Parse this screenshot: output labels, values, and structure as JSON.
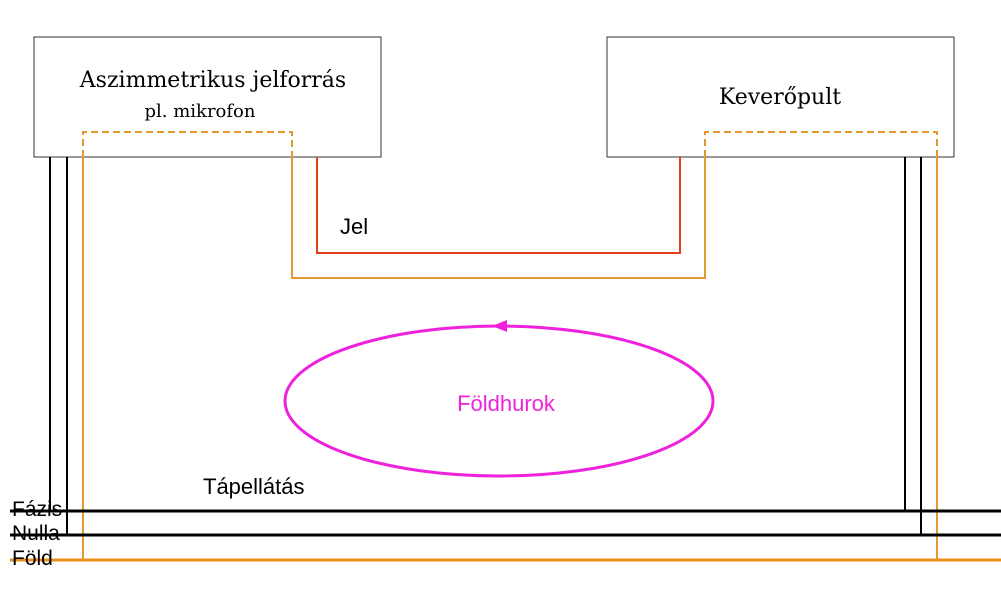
{
  "source_box": {
    "title": "Aszimmetrikus jelforrás",
    "subtitle": "pl. mikrofon"
  },
  "mixer_box": {
    "title": "Keverőpult"
  },
  "signal_label": "Jel",
  "ground_loop_label": "Földhurok",
  "power_supply_label": "Tápellátás",
  "rails": {
    "phase": "Fázis",
    "neutral": "Nulla",
    "earth": "Föld"
  },
  "colors": {
    "signal": "#e0401c",
    "shield": "#e39a2e",
    "earth": "#e8901a",
    "loop": "#ee22dd",
    "wire": "#000000",
    "box_border": "#333333"
  }
}
